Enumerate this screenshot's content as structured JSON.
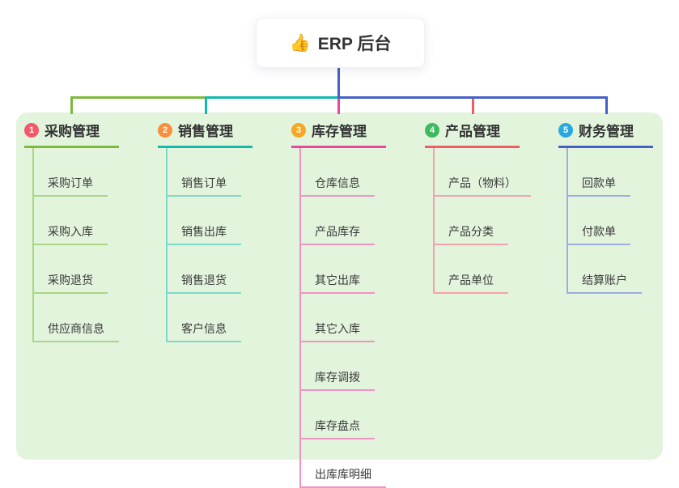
{
  "root": {
    "title": "ERP 后台",
    "icon_glyph": "👍"
  },
  "colors": {
    "canvas_bg": "#ffffff",
    "panel_bg": "#e3f4dd",
    "root_line": "#4560c8",
    "text": "#333333"
  },
  "branches": [
    {
      "number": "1",
      "label": "采购管理",
      "badge_color": "#f25a6b",
      "line_color": "#7cb93d",
      "child_line_color": "#a9d585",
      "children": [
        "采购订单",
        "采购入库",
        "采购退货",
        "供应商信息"
      ]
    },
    {
      "number": "2",
      "label": "销售管理",
      "badge_color": "#f8903e",
      "line_color": "#14b8ac",
      "child_line_color": "#7fd8cb",
      "children": [
        "销售订单",
        "销售出库",
        "销售退货",
        "客户信息"
      ]
    },
    {
      "number": "3",
      "label": "库存管理",
      "badge_color": "#f7a822",
      "line_color": "#e8479b",
      "child_line_color": "#f193c6",
      "children": [
        "仓库信息",
        "产品库存",
        "其它出库",
        "其它入库",
        "库存调拨",
        "库存盘点",
        "出库库明细"
      ]
    },
    {
      "number": "4",
      "label": "产品管理",
      "badge_color": "#3db95e",
      "line_color": "#f05c63",
      "child_line_color": "#f5a3a6",
      "children": [
        "产品（物料）",
        "产品分类",
        "产品单位"
      ]
    },
    {
      "number": "5",
      "label": "财务管理",
      "badge_color": "#29a9dd",
      "line_color": "#4560c8",
      "child_line_color": "#9cadde",
      "children": [
        "回款单",
        "付款单",
        "结算账户"
      ]
    }
  ]
}
